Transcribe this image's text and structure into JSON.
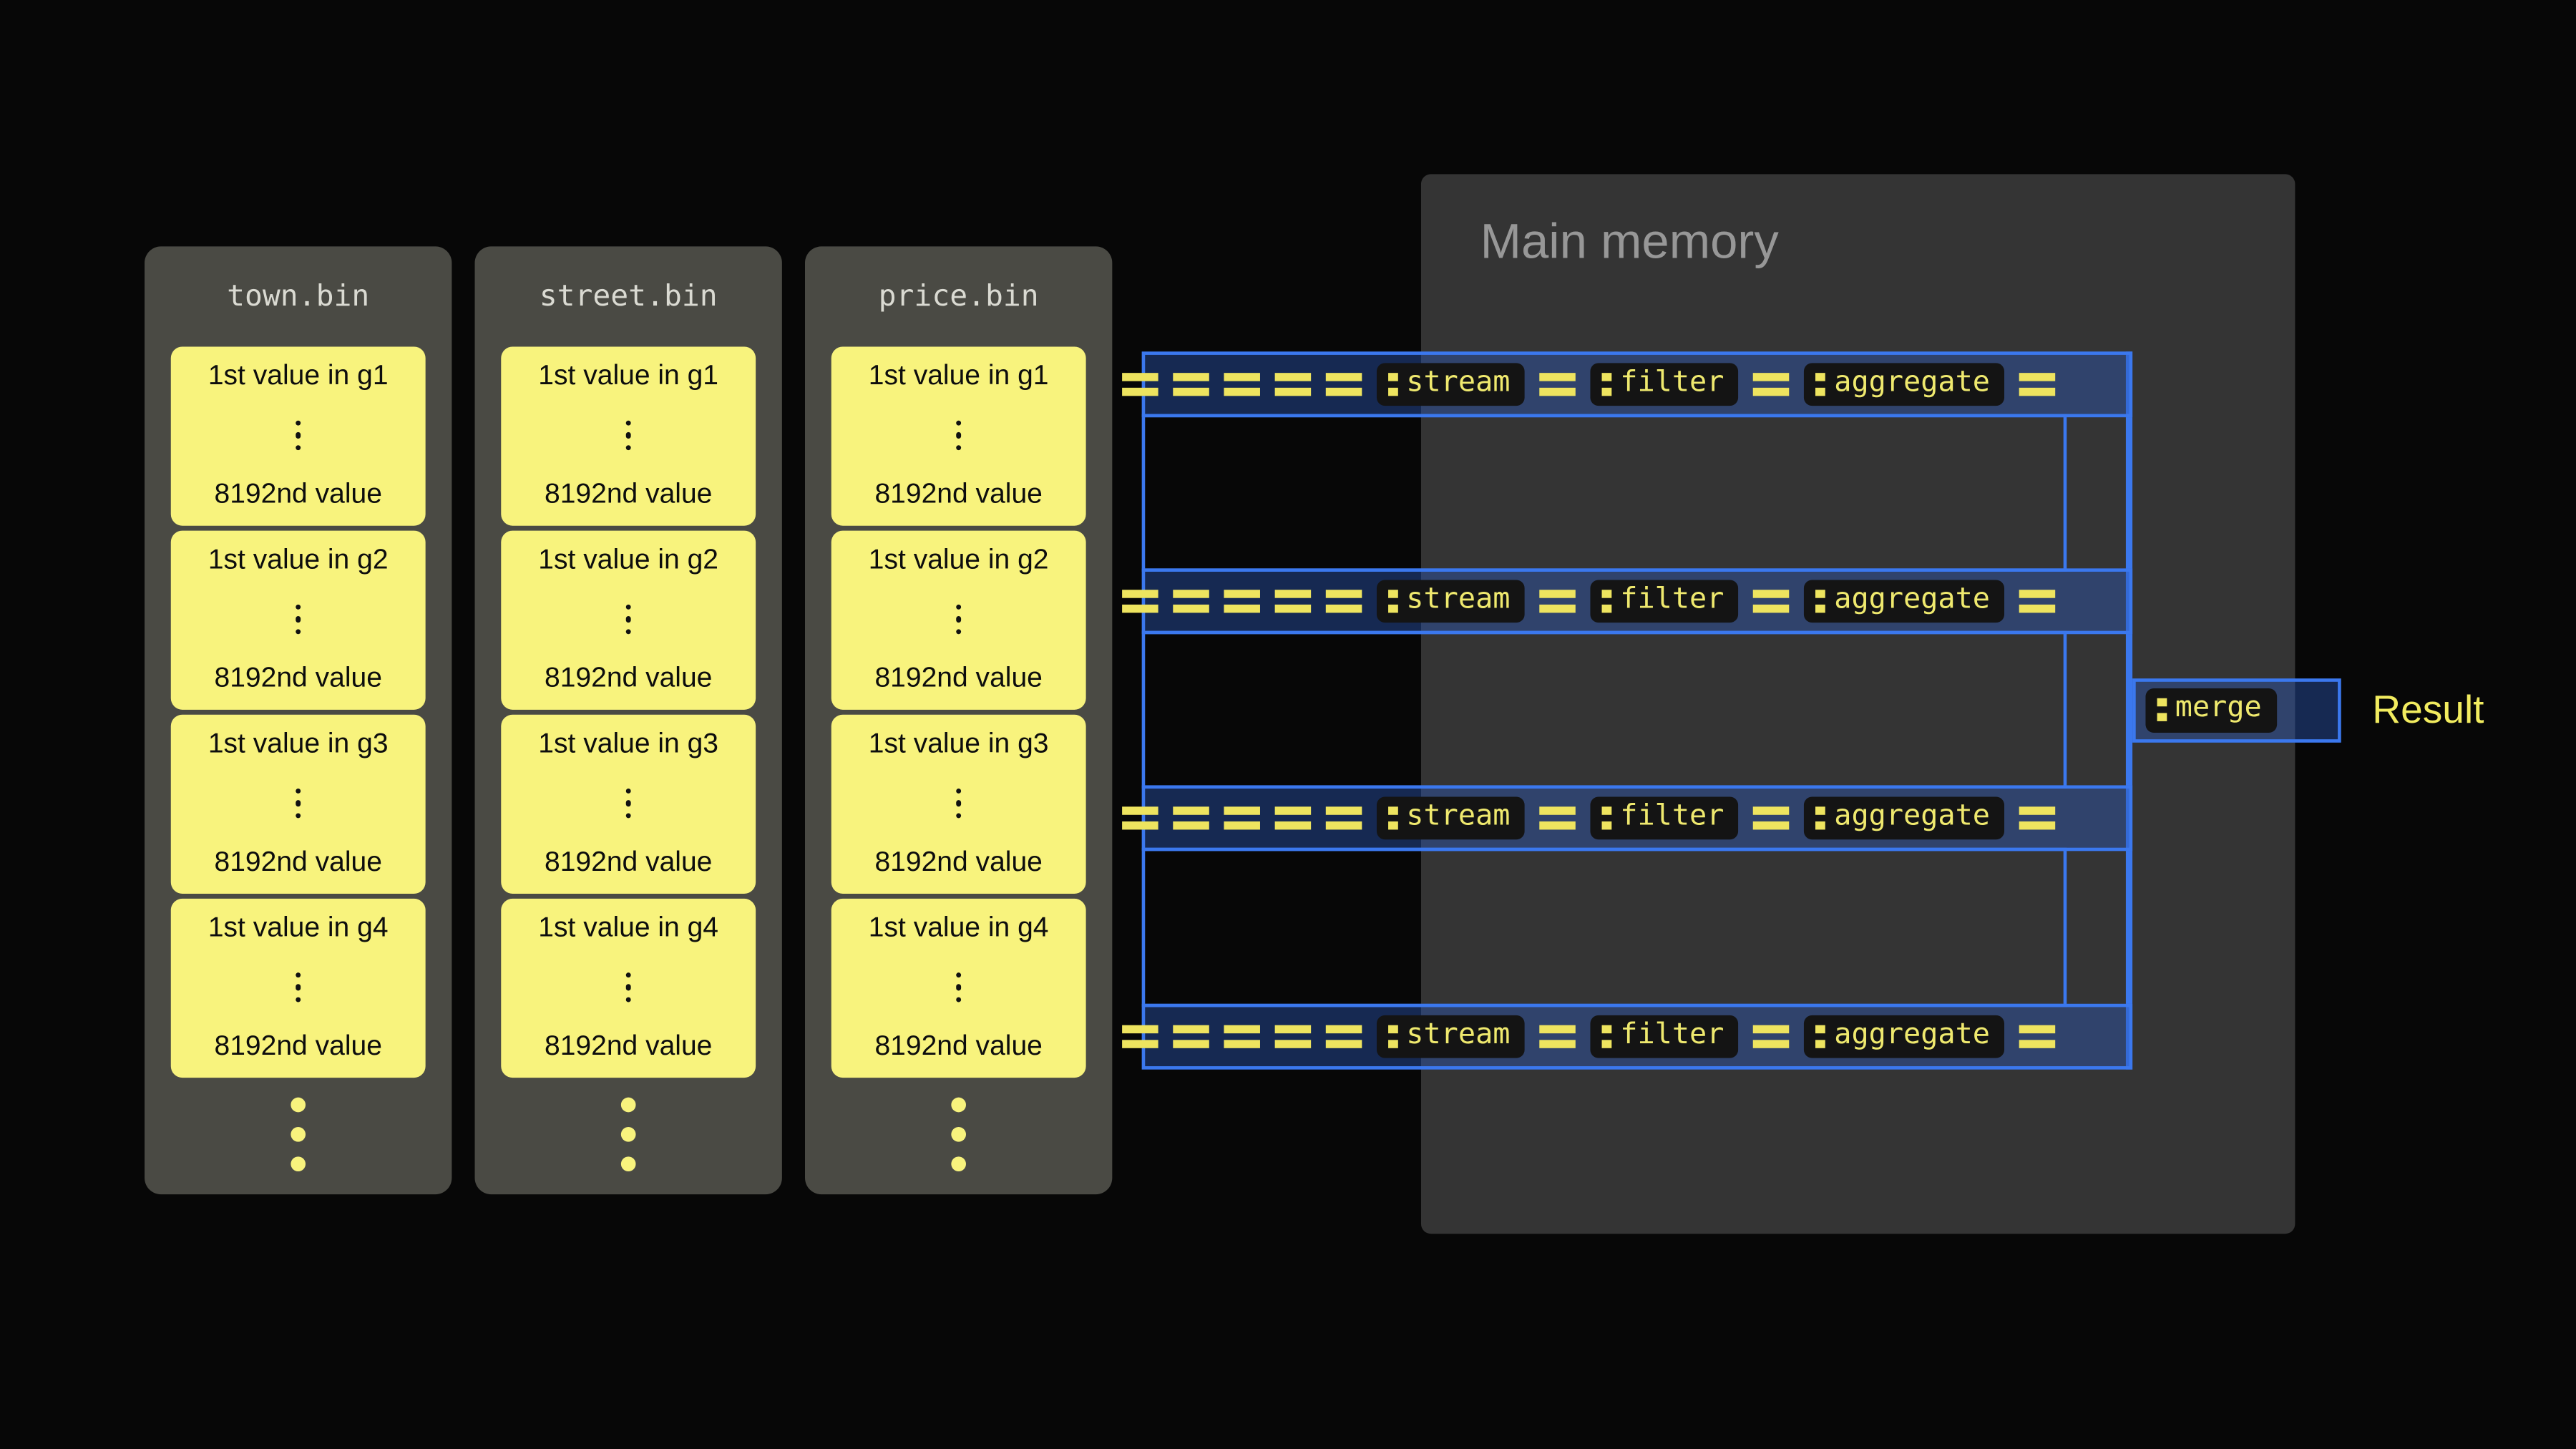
{
  "files": [
    {
      "name": "town.bin"
    },
    {
      "name": "street.bin"
    },
    {
      "name": "price.bin"
    }
  ],
  "groups": [
    {
      "first": "1st value in g1",
      "last": "8192nd value"
    },
    {
      "first": "1st value in g2",
      "last": "8192nd value"
    },
    {
      "first": "1st value in g3",
      "last": "8192nd value"
    },
    {
      "first": "1st value in g4",
      "last": "8192nd value"
    }
  ],
  "memory": {
    "title": "Main memory"
  },
  "pipeline": {
    "stages": [
      "stream",
      "filter",
      "aggregate"
    ],
    "merge_label": "merge",
    "result_label": "Result",
    "lane_count": 4
  },
  "colors": {
    "accent_blue": "#3b78ee",
    "accent_yellow": "#f2ec5f",
    "block_yellow": "#f8f37d",
    "background": "#070707"
  }
}
